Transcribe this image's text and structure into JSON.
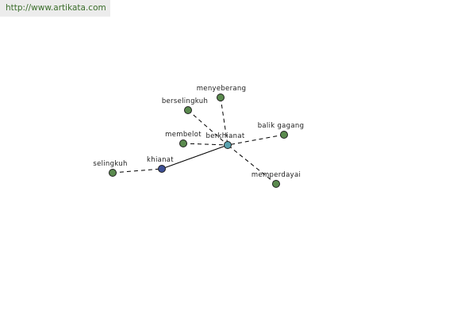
{
  "header": {
    "url": "http://www.artikata.com"
  },
  "colors": {
    "background": "#ffffff",
    "url_bar": "#ececec",
    "url_text": "#3a6d2a",
    "node_default": "#5a8a4e",
    "node_center": "#5aa3b0",
    "node_root": "#3d4f95",
    "edge": "#000000"
  },
  "graph": {
    "nodes": [
      {
        "id": "berkhianat",
        "label": "berkhianat",
        "type": "center"
      },
      {
        "id": "khianat",
        "label": "khianat",
        "type": "root"
      },
      {
        "id": "selingkuh",
        "label": "selingkuh",
        "type": "default"
      },
      {
        "id": "membelot",
        "label": "membelot",
        "type": "default"
      },
      {
        "id": "berselingkuh",
        "label": "berselingkuh",
        "type": "default"
      },
      {
        "id": "menyeberang",
        "label": "menyeberang",
        "type": "default"
      },
      {
        "id": "balik-gagang",
        "label": "balik gagang",
        "type": "default"
      },
      {
        "id": "memperdayai",
        "label": "memperdayai",
        "type": "default"
      }
    ],
    "edges": [
      {
        "from": "khianat",
        "to": "berkhianat",
        "style": "solid"
      },
      {
        "from": "selingkuh",
        "to": "khianat",
        "style": "dashed"
      },
      {
        "from": "membelot",
        "to": "berkhianat",
        "style": "dashed"
      },
      {
        "from": "berselingkuh",
        "to": "berkhianat",
        "style": "dashed"
      },
      {
        "from": "menyeberang",
        "to": "berkhianat",
        "style": "dashed"
      },
      {
        "from": "balik-gagang",
        "to": "berkhianat",
        "style": "dashed"
      },
      {
        "from": "memperdayai",
        "to": "berkhianat",
        "style": "dashed"
      }
    ]
  }
}
